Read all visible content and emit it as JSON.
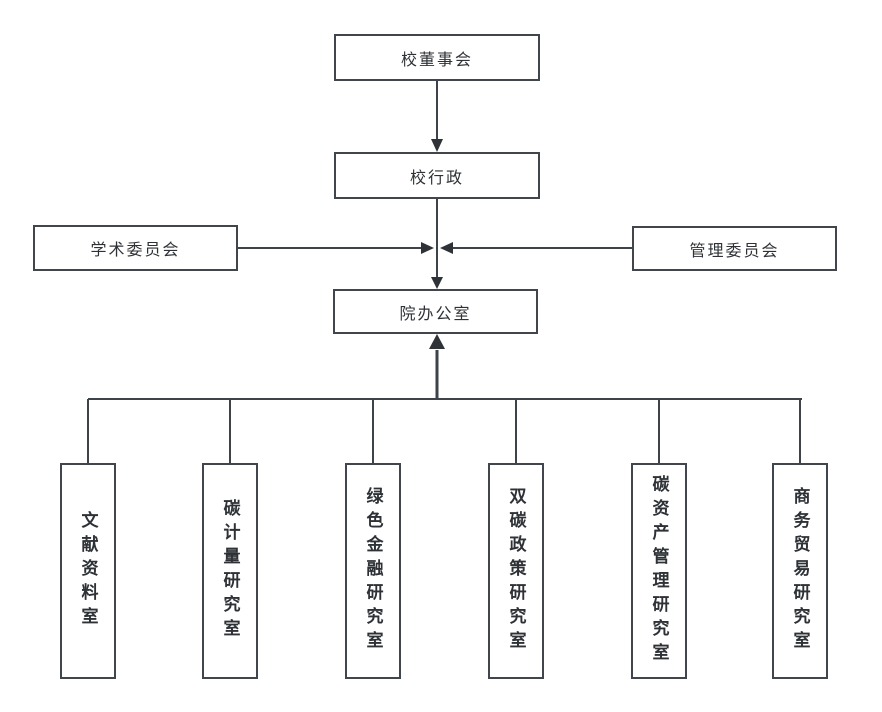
{
  "diagram": {
    "type": "org-chart",
    "colors": {
      "background": "#ffffff",
      "line": "#3e434a",
      "border": "#41464d",
      "arrow": "#2f3338",
      "text": "#2e3236"
    },
    "nodes": {
      "school_board": {
        "label": "校董事会"
      },
      "school_admin": {
        "label": "校行政"
      },
      "academic_committee": {
        "label": "学术委员会"
      },
      "management_committee": {
        "label": "管理委员会"
      },
      "institute_office": {
        "label": "院办公室"
      },
      "departments": [
        {
          "label": "文献资料室"
        },
        {
          "label": "碳计量研究室"
        },
        {
          "label": "绿色金融研究室"
        },
        {
          "label": "双碳政策研究室"
        },
        {
          "label": "碳资产管理研究室"
        },
        {
          "label": "商务贸易研究室"
        }
      ]
    },
    "edges": [
      {
        "from": "school_board",
        "to": "school_admin",
        "style": "arrow-down"
      },
      {
        "from": "school_admin",
        "to": "institute_office",
        "style": "arrow-down"
      },
      {
        "from": "academic_committee",
        "to": "school_admin-institute_office-line",
        "style": "arrow-right"
      },
      {
        "from": "management_committee",
        "to": "school_admin-institute_office-line",
        "style": "arrow-left"
      },
      {
        "from": "departments-bus",
        "to": "institute_office",
        "style": "arrow-up-thick"
      },
      {
        "from": "departments-bus",
        "to": "each-department",
        "style": "plain-line"
      }
    ]
  }
}
